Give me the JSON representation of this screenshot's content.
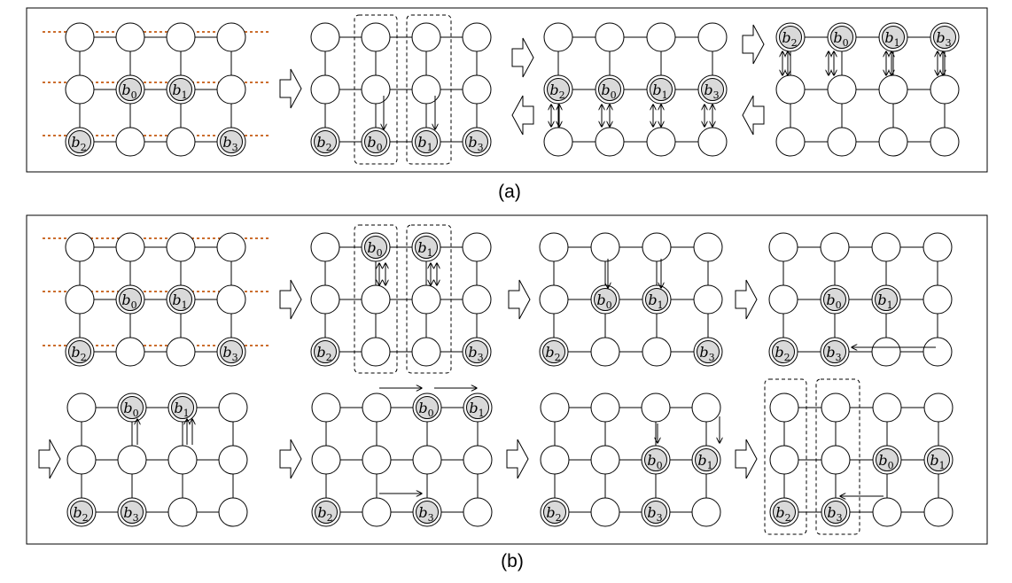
{
  "captions": {
    "a": "(a)",
    "b": "(b)"
  },
  "node_labels": [
    "b0",
    "b1",
    "b2",
    "b3"
  ],
  "colors": {
    "frame": "#000000",
    "node_fill": "#ffffff",
    "blocked_fill": "#d9d9d9",
    "cut_line": "#c55a11",
    "arrow": "#000000"
  }
}
